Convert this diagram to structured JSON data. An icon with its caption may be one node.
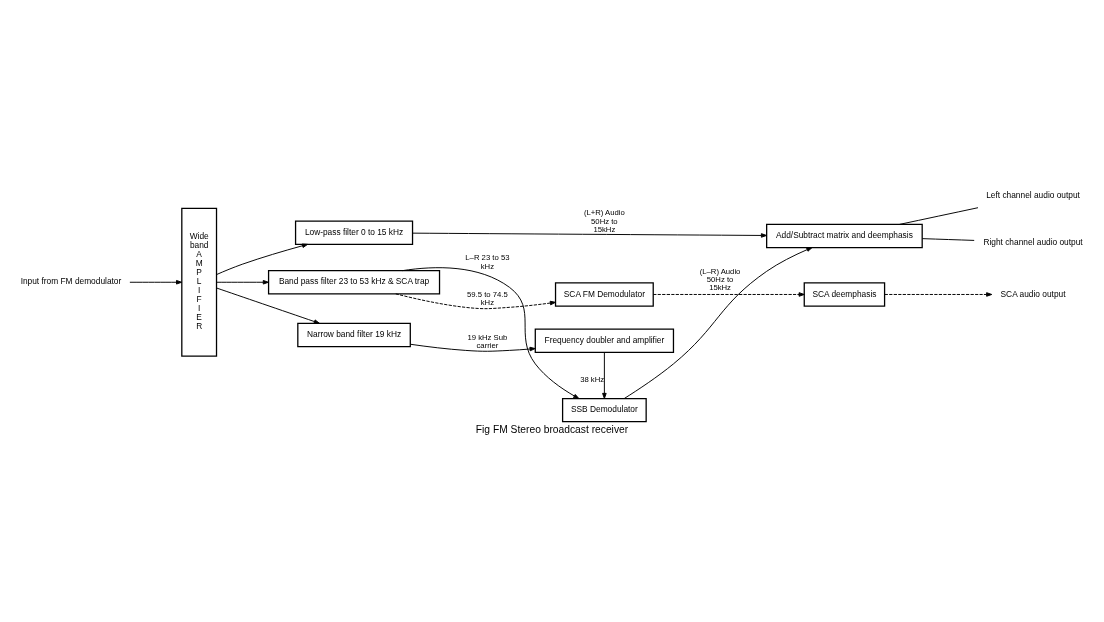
{
  "diagram": {
    "caption": "Fig FM Stereo broadcast receiver",
    "nodes": [
      {
        "text": [
          "Input from FM demodulator"
        ]
      },
      {
        "text": [
          "Wide band",
          "A M P L I F I E R"
        ]
      },
      {
        "text": [
          "Low-pass filter 0 to 15 kHz"
        ]
      },
      {
        "text": [
          "Band pass filter 23 to 53 kHz & SCA trap"
        ]
      },
      {
        "text": [
          "Narrow band filter 19 kHz"
        ]
      },
      {
        "text": [
          "Add/Subtract matrix and deemphasis"
        ]
      },
      {
        "text": [
          "SSB Demodulator"
        ]
      },
      {
        "text": [
          "SCA FM Demodulator"
        ]
      },
      {
        "text": [
          "Frequency doubler and amplifier"
        ]
      },
      {
        "text": [
          "SCA deemphasis"
        ]
      },
      {
        "text": [
          "Left channel audio output"
        ]
      },
      {
        "text": [
          "Right channel audio output"
        ]
      },
      {
        "text": [
          "SCA audio output"
        ]
      }
    ],
    "edges": [
      {
        "from": 0,
        "to": 1,
        "arrow": "to"
      },
      {
        "from": 1,
        "to": 2,
        "arrow": "to"
      },
      {
        "from": 1,
        "to": 3,
        "arrow": "to"
      },
      {
        "from": 1,
        "to": 4,
        "arrow": "to"
      },
      {
        "from": 2,
        "to": 5,
        "arrow": "to",
        "label": "(L+R) Audio 50Hz to 15kHz"
      },
      {
        "from": 3,
        "to": 6,
        "arrow": "to",
        "label": "L–R 23 to 53 kHz"
      },
      {
        "from": 3,
        "to": 7,
        "arrow": "to",
        "label": "59.5 to 74.5 kHz",
        "style": "dashed"
      },
      {
        "from": 4,
        "to": 8,
        "arrow": "to",
        "label": "19 kHz Sub carrier"
      },
      {
        "from": 6,
        "to": 5,
        "arrow": "to",
        "label": "(L–R) Audio 50Hz to 15kHz"
      },
      {
        "from": 8,
        "to": 6,
        "arrow": "to",
        "label": "38 kHz"
      },
      {
        "from": 7,
        "to": 9,
        "arrow": "to",
        "style": "dashed"
      },
      {
        "from": 9,
        "to": 12,
        "arrow": "to",
        "style": "dashed"
      },
      {
        "from": 5,
        "to": 10,
        "arrow": "none"
      },
      {
        "from": 5,
        "to": 11,
        "arrow": "none"
      }
    ]
  }
}
